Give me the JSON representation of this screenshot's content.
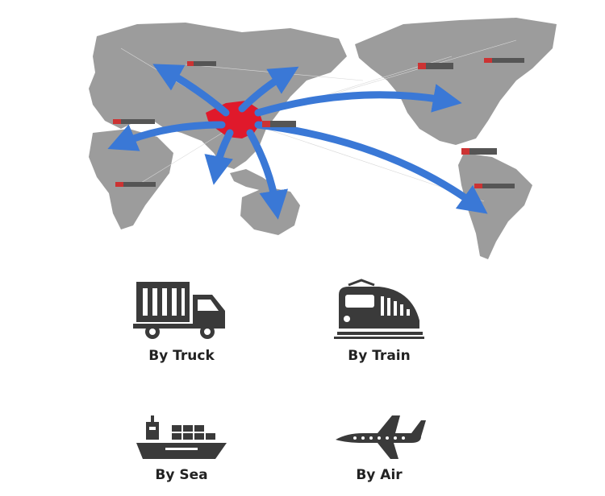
{
  "map": {
    "icons": [
      "world-map-icon",
      "china-highlight-icon",
      "route-arrow-icon"
    ],
    "colors": {
      "land": "#9a9a9a",
      "china": "#e0192b",
      "arrow": "#3a78d6"
    }
  },
  "modes": [
    {
      "label": "By Truck",
      "icon": "truck-icon"
    },
    {
      "label": "By Train",
      "icon": "train-icon"
    },
    {
      "label": "By Sea",
      "icon": "ship-icon"
    },
    {
      "label": "By Air",
      "icon": "airplane-icon"
    }
  ],
  "colors": {
    "icon": "#3a3a3a",
    "text": "#222222"
  }
}
